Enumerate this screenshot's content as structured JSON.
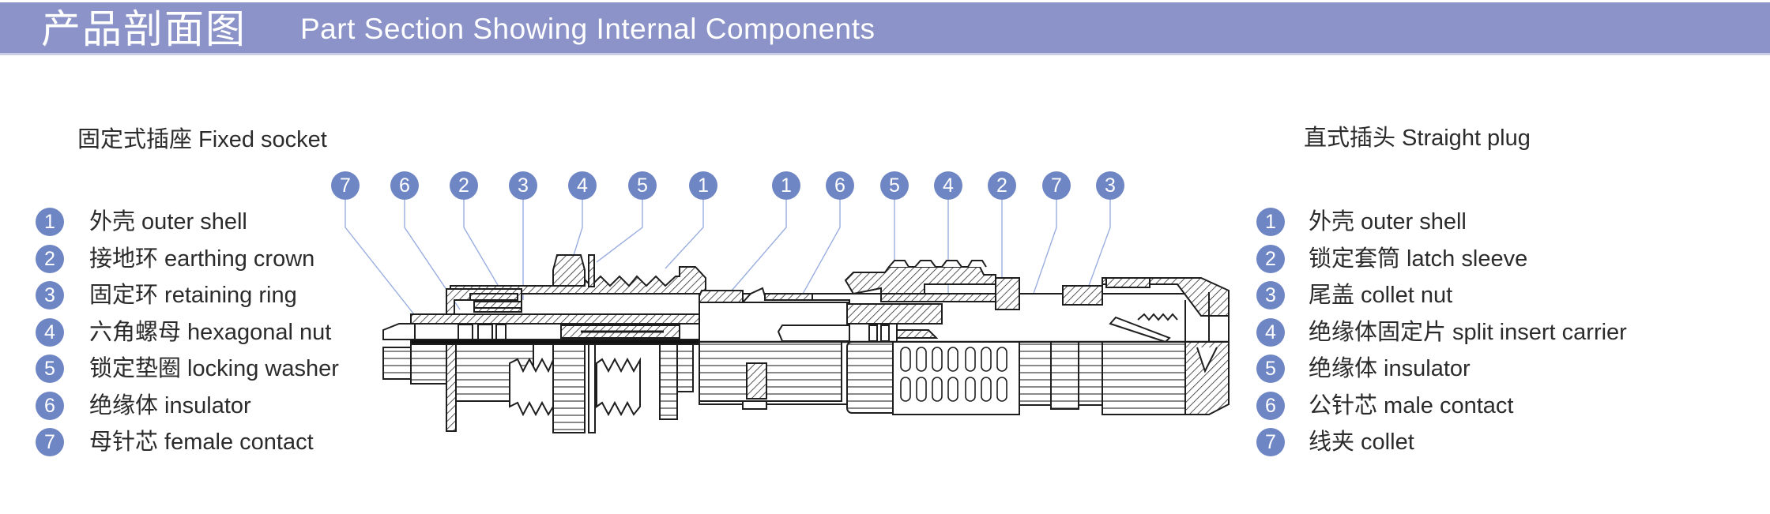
{
  "header": {
    "title_cn": "产品剖面图",
    "title_en": "Part Section Showing Internal Components",
    "band_color": "#8b93c8"
  },
  "badge_color": "#6f86c4",
  "leader_color": "#9aaee0",
  "fixed_socket": {
    "title": "固定式插座 Fixed socket",
    "legend": [
      {
        "num": "1",
        "label": "外壳 outer shell"
      },
      {
        "num": "2",
        "label": "接地环 earthing crown"
      },
      {
        "num": "3",
        "label": "固定环 retaining ring"
      },
      {
        "num": "4",
        "label": "六角螺母 hexagonal nut"
      },
      {
        "num": "5",
        "label": "锁定垫圈 locking washer"
      },
      {
        "num": "6",
        "label": "绝缘体 insulator"
      },
      {
        "num": "7",
        "label": "母针芯 female contact"
      }
    ],
    "callouts": [
      "7",
      "6",
      "2",
      "3",
      "4",
      "5",
      "1"
    ]
  },
  "straight_plug": {
    "title": "直式插头 Straight plug",
    "legend": [
      {
        "num": "1",
        "label": "外壳 outer shell"
      },
      {
        "num": "2",
        "label": "锁定套筒 latch sleeve"
      },
      {
        "num": "3",
        "label": "尾盖 collet nut"
      },
      {
        "num": "4",
        "label": "绝缘体固定片 split insert carrier"
      },
      {
        "num": "5",
        "label": "绝缘体  insulator"
      },
      {
        "num": "6",
        "label": "公针芯  male contact"
      },
      {
        "num": "7",
        "label": "线夹 collet"
      }
    ],
    "callouts": [
      "1",
      "6",
      "5",
      "4",
      "2",
      "7",
      "3"
    ]
  }
}
